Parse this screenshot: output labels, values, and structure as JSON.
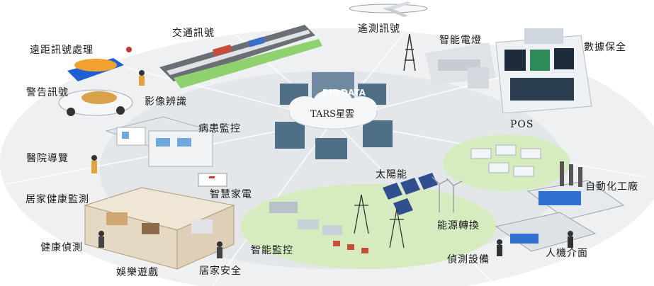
{
  "center": {
    "badge_big": "BIG",
    "badge_data": "DATA",
    "cloud_label": "TARS星雲"
  },
  "labels": {
    "remote_signal": "遠距訊號處理",
    "traffic_signal": "交通訊號",
    "telemetry_signal": "遙測訊號",
    "smart_lamp": "智能電燈",
    "data_security": "數據保全",
    "warning_signal": "警告訊號",
    "image_recognition": "影像辨識",
    "patient_monitoring": "病患監控",
    "hospital_guide": "醫院導覽",
    "smart_appliance": "智慧家電",
    "home_health": "居家健康監測",
    "health_detect": "健康偵測",
    "entertainment": "娛樂遊戲",
    "home_security": "居家安全",
    "smart_monitor": "智能監控",
    "solar": "太陽能",
    "energy_conversion": "能源轉換",
    "detection_device": "偵測設備",
    "automated_factory": "自動化工廠",
    "hmi": "人機介面",
    "pos": "POS"
  },
  "colors": {
    "ground": "#e9ecef",
    "grass": "#cfe9b4",
    "server": "#4f6f87",
    "cloud": "#f4f6f8",
    "accent_blue": "#2b6cb0"
  }
}
